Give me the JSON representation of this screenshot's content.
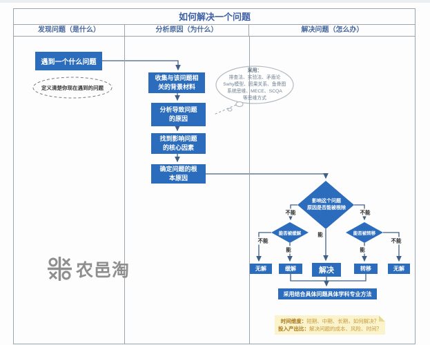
{
  "title": "如何解决一个问题",
  "columns": [
    "发现问题（是什么）",
    "分析原因（为什么）",
    "解决问题（怎么办）"
  ],
  "discover": {
    "problem_box": "遇到一个什么问题",
    "define_note": "定义清楚你现在遇到的问题"
  },
  "analyze": {
    "steps": [
      "收集与该问题相\n关的背景材料",
      "分析导致问题\n的原因",
      "找到影响问题\n的核心因素",
      "确定问题的根\n本原因"
    ],
    "cloud": [
      "采用：",
      "排查法、实验法、矛盾论",
      "5why模型、因果关系、鱼骨图",
      "系统思维、MECE、SCQA",
      "等思维方式"
    ]
  },
  "solve": {
    "root_decision": "影响这个问题\n原因是否能被根除",
    "mitigate_decision": "能否被缓解",
    "transfer_decision": "能否被转移",
    "yes": "能",
    "no": "不能",
    "outcomes": [
      "无解",
      "缓解",
      "解决",
      "转移",
      "无解"
    ],
    "method_box": "采用结合具体问题具体学科专业方法"
  },
  "note": {
    "line1_label": "时间维度：",
    "line1_text": "短期、中期、长期，如何解决？",
    "line2_label": "投入产出比：",
    "line2_text": "解决问题的成本、风险、时间？"
  },
  "watermark": "农邑淘",
  "colors": {
    "box_blue": "#2b6cbd",
    "connector": "#3f5f85",
    "title_text": "#3d5fa5",
    "header_text": "#47689f",
    "border_gray": "#9aa4ac",
    "note_bg": "#fbf3cb",
    "note_label": "#a8761b",
    "note_text": "#c89a3c",
    "watermark_gray": "#8e8e8e"
  }
}
